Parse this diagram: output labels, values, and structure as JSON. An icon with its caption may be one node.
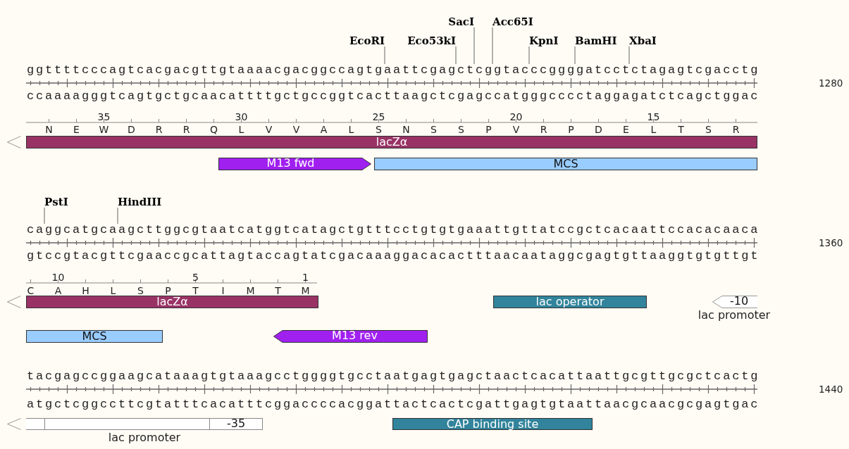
{
  "diagram": {
    "nodes": [
      {
        "text": [
          "EcoRI"
        ]
      },
      {
        "text": [
          "Eco53kI"
        ]
      },
      {
        "text": [
          "SacI"
        ]
      },
      {
        "text": [
          "Acc65I"
        ]
      },
      {
        "text": [
          "KpnI"
        ]
      },
      {
        "text": [
          "BamHI"
        ]
      },
      {
        "text": [
          "XbaI"
        ]
      },
      {
        "text": [
          "ggttttcccagtcacgacgttgtaaaacgacggccagtgaattcgagctcggtacccggggatcctctagagtcgacctg"
        ]
      },
      {
        "text": [
          "lacZα"
        ]
      },
      {
        "text": [
          "M13 fwd"
        ]
      },
      {
        "text": [
          "MCS"
        ]
      },
      {
        "text": [
          "PstI"
        ]
      },
      {
        "text": [
          "HindIII"
        ]
      },
      {
        "text": [
          "caggcatgcaagcttggcgtaatcatggtcatagctgtttcctgtgtgaaattgttatccgctcacaattccacacaaca"
        ]
      },
      {
        "text": [
          "lacZα"
        ]
      },
      {
        "text": [
          "lac operator"
        ]
      },
      {
        "text": [
          "-10"
        ],
        "beside": [
          "lac promoter"
        ]
      },
      {
        "text": [
          "MCS"
        ]
      },
      {
        "text": [
          "M13 rev"
        ]
      },
      {
        "text": [],
        "shape": "bar",
        "beside": [
          "lac promoter"
        ]
      },
      {
        "text": [
          "-35"
        ],
        "in": 19
      },
      {
        "text": [
          "CAP binding site"
        ]
      }
    ],
    "edges": [
      {
        "from": 0,
        "to": 7,
        "arrow": "none"
      },
      {
        "from": 1,
        "to": 7,
        "arrow": "none"
      },
      {
        "from": 2,
        "to": 7,
        "arrow": "none"
      },
      {
        "from": 3,
        "to": 7,
        "arrow": "none"
      },
      {
        "from": 4,
        "to": 7,
        "arrow": "none"
      },
      {
        "from": 5,
        "to": 7,
        "arrow": "none"
      },
      {
        "from": 6,
        "to": 7,
        "arrow": "none"
      },
      {
        "from": 11,
        "to": 13,
        "arrow": "none"
      },
      {
        "from": 12,
        "to": 13,
        "arrow": "none"
      }
    ],
    "labels": [
      "1280",
      "ccaaaagggtcagtgctgcaacattttgctgccggtcacttaagctcgagccatgggcccctaggagatctcagctggac",
      "35",
      "30",
      "25",
      "20",
      "15",
      "N",
      "E",
      "W",
      "D",
      "R",
      "R",
      "Q",
      "L",
      "V",
      "V",
      "A",
      "L",
      "S",
      "N",
      "S",
      "S",
      "P",
      "V",
      "R",
      "P",
      "D",
      "E",
      "L",
      "T",
      "S",
      "R",
      "1360",
      "gtccgtacgttcgaaccgcattagtaccagtatcgacaaaggacacactttaacaataggcgagtgttaaggtgtgttgt",
      "10",
      "5",
      "1",
      "C",
      "A",
      "H",
      "L",
      "S",
      "P",
      "T",
      "I",
      "M",
      "T",
      "M",
      "tacgagccggaagcataaagtgtaaagcctggggtgcctaatgagtgagctaactcacattaattgcgttgcgctcactg",
      "1440",
      "atgctcggccttcgtatttcacatttcggaccccacggattactcactcgattgagtgtaattaacgcaacgcgagtgac"
    ]
  }
}
